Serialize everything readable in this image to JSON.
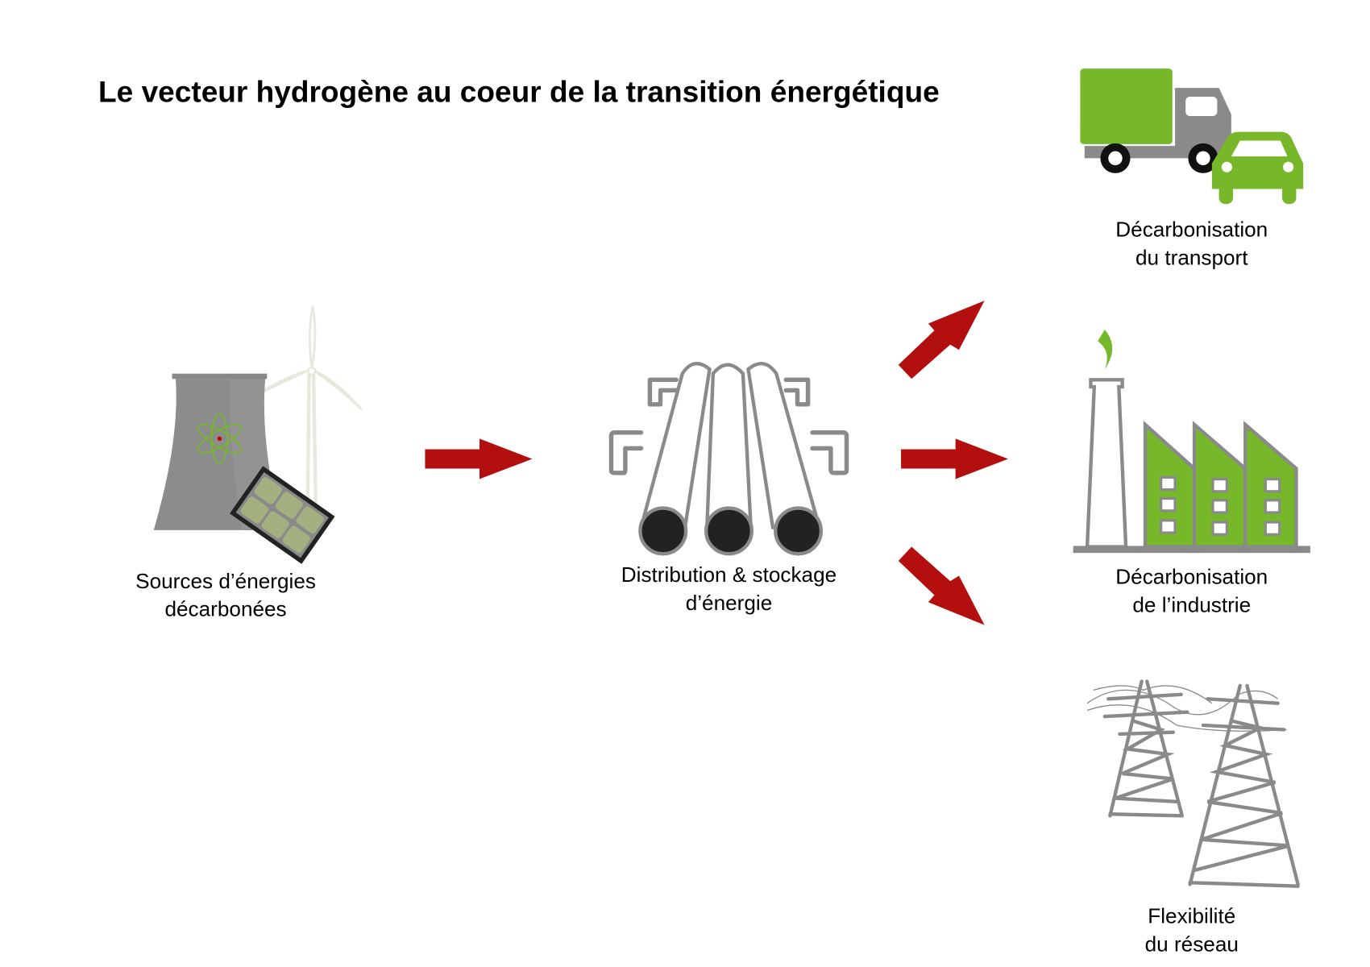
{
  "title": "Le vecteur hydrogène au coeur de la transition énergétique",
  "colors": {
    "arrow": "#b30f0f",
    "green": "#76b82a",
    "grey": "#8a8a8a"
  },
  "nodes": {
    "sources": {
      "line1": "Sources d’énergies",
      "line2": "décarbonées"
    },
    "distribution": {
      "line1": "Distribution & stockage",
      "line2": "d’énergie"
    },
    "transport": {
      "line1": "Décarbonisation",
      "line2": "du transport"
    },
    "industry": {
      "line1": "Décarbonisation",
      "line2": "de l’industrie"
    },
    "grid": {
      "line1": "Flexibilité",
      "line2": "du réseau"
    }
  }
}
